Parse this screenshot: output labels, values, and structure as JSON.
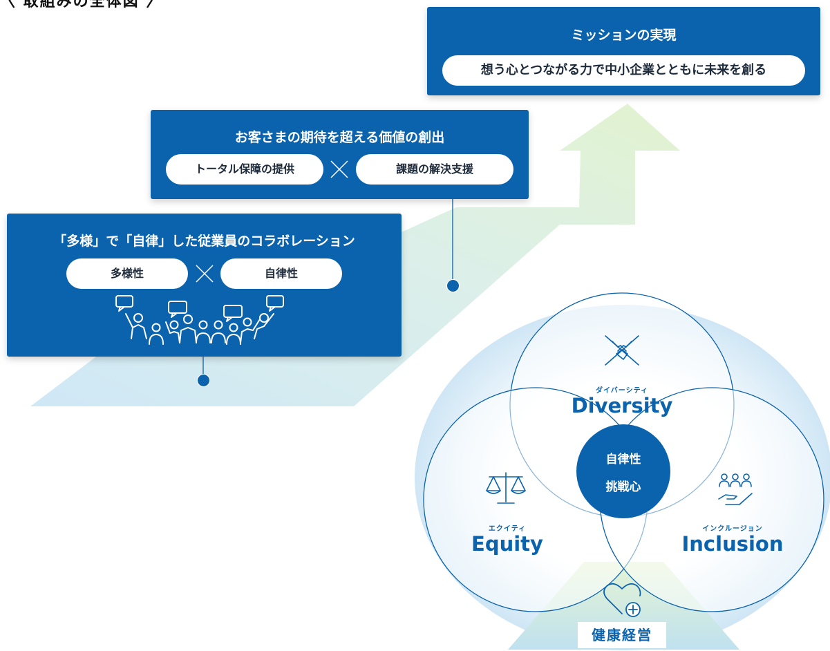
{
  "page_title": "〈 取組みの全体図 〉",
  "mission": {
    "title": "ミッションの実現",
    "statement": "想う心とつながる力で中小企業とともに未来を創る"
  },
  "value": {
    "title": "お客さまの期待を超える価値の創出",
    "left_pill": "トータル保障の提供",
    "right_pill": "課題の解決支援"
  },
  "collaboration": {
    "title": "「多様」で「自律」した従業員のコラボレーション",
    "left_pill": "多様性",
    "right_pill": "自律性"
  },
  "dei": {
    "diversity": {
      "kana": "ダイバーシティ",
      "label": "Diversity"
    },
    "equity": {
      "kana": "エクイティ",
      "label": "Equity"
    },
    "inclusion": {
      "kana": "インクルージョン",
      "label": "Inclusion"
    },
    "center_line1": "自律性",
    "center_line2": "挑戦心",
    "health": "健康経営"
  },
  "colors": {
    "primary_blue": "#0b63ad",
    "arrow_green": "#d8f0c6",
    "arrow_blue": "#cfe8f6",
    "circle_outline": "#0b63ad"
  },
  "icons": {
    "people": "people-speech-icon",
    "hands": "crossed-hands-icon",
    "scale": "balance-scale-icon",
    "care": "hand-holding-people-icon",
    "health": "heart-plus-icon"
  }
}
